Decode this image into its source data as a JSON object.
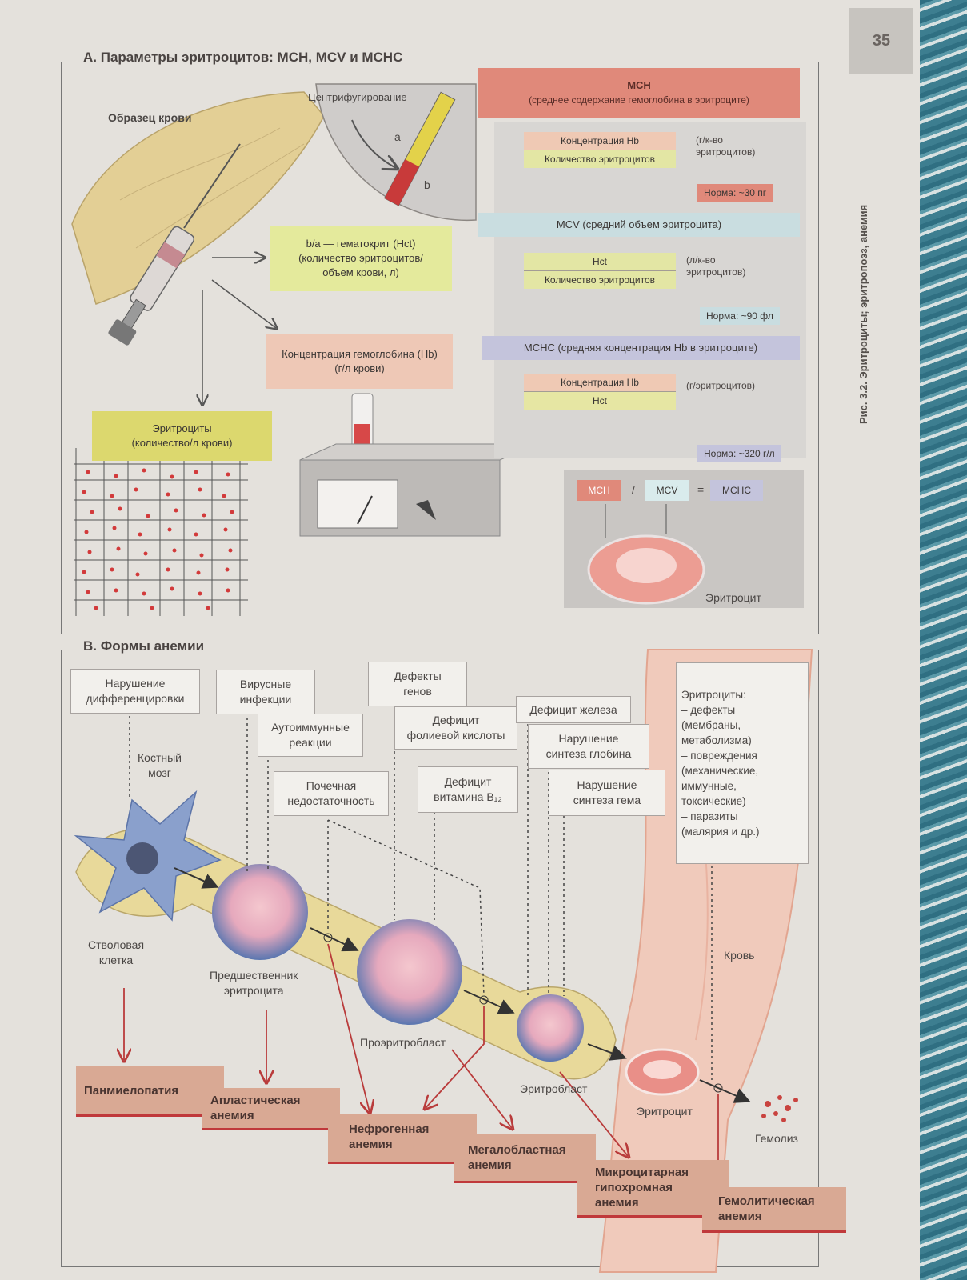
{
  "page_number": "35",
  "caption": "Рис. 3.2. Эритроциты; эритропоэз, анемия",
  "section_a": {
    "title": "A. Параметры эритроцитов: MCH, MCV и MCHC",
    "blood_sample": "Образец крови",
    "centrifugation": "Центрифугирование",
    "label_a": "a",
    "label_b": "b",
    "hematocrit_box": [
      "b/a — гематокрит (Hct)",
      "(количество эритроцитов/",
      "объем крови, л)"
    ],
    "hb_box": [
      "Концентрация гемоглобина (Hb)",
      "(г/л крови)"
    ],
    "erythrocytes_box": [
      "Эритроциты",
      "(количество/л крови)"
    ],
    "mch": {
      "title": "MCH",
      "subtitle": "(среднее содержание гемоглобина в эритроците)",
      "numerator": "Концентрация Hb",
      "denominator": "Количество эритроцитов",
      "unit": [
        "(г/к-во",
        "эритроцитов)"
      ],
      "norm": "Норма: ~30 пг"
    },
    "mcv": {
      "title": "MCV (средний объем эритроцита)",
      "numerator": "Hct",
      "denominator": "Количество эритроцитов",
      "unit": [
        "(л/к-во",
        "эритроцитов)"
      ],
      "norm": "Норма: ~90 фл"
    },
    "mchc": {
      "title": "MCHC (средняя концентрация Hb в эритроците)",
      "numerator": "Концентрация Hb",
      "denominator": "Hct",
      "unit": "(г/эритроцитов)",
      "norm": "Норма: ~320 г/л"
    },
    "relation": {
      "mch": "MCH",
      "slash": "/",
      "mcv": "MCV",
      "equals": "=",
      "mchc": "MCHC"
    },
    "erythrocyte_label": "Эритроцит"
  },
  "section_b": {
    "title": "B. Формы анемии",
    "causes": [
      [
        "Нарушение",
        "дифференцировки"
      ],
      [
        "Вирусные",
        "инфекции"
      ],
      [
        "Аутоиммунные",
        "реакции"
      ],
      [
        "Почечная",
        "недостаточность"
      ],
      [
        "Дефекты",
        "генов"
      ],
      [
        "Дефицит",
        "фолиевой кислоты"
      ],
      [
        "Дефицит",
        "витамина B₁₂"
      ],
      [
        "Дефицит железа"
      ],
      [
        "Нарушение",
        "синтеза глобина"
      ],
      [
        "Нарушение",
        "синтеза гема"
      ]
    ],
    "rbc_defects": [
      "Эритроциты:",
      "– дефекты",
      "(мембраны,",
      "метаболизма)",
      "– повреждения",
      "(механические,",
      "иммунные,",
      "токсические)",
      "– паразиты",
      "(малярия и др.)"
    ],
    "labels": {
      "bone_marrow": [
        "Костный",
        "мозг"
      ],
      "stem_cell": [
        "Стволовая",
        "клетка"
      ],
      "precursor": [
        "Предшественник",
        "эритроцита"
      ],
      "proerythroblast": "Проэритробласт",
      "erythroblast": "Эритробласт",
      "erythrocyte": "Эритроцит",
      "hemolysis": "Гемолиз",
      "blood": "Кровь"
    },
    "anemias": [
      [
        "Панмиелопатия"
      ],
      [
        "Апластическая",
        "анемия"
      ],
      [
        "Нефрогенная",
        "анемия"
      ],
      [
        "Мегалобластная",
        "анемия"
      ],
      [
        "Микроцитарная",
        "гипохромная",
        "анемия"
      ],
      [
        "Гемолитическая",
        "анемия"
      ]
    ]
  }
}
